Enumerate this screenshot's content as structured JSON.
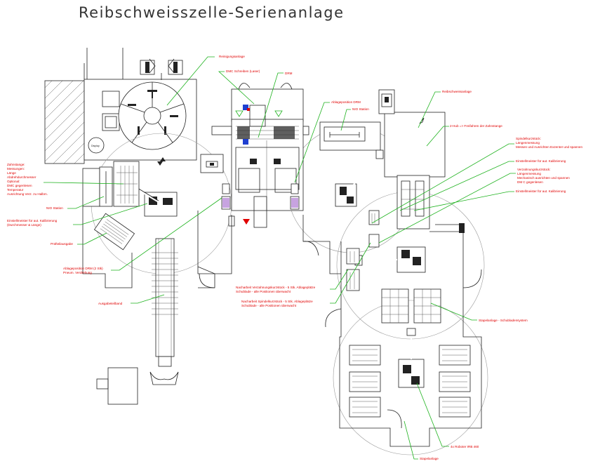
{
  "title": "Reibschweisszelle-Serienanlage",
  "labels": {
    "reinigungsanlage": "Reinigungsanlage",
    "dmc_schreiben": "DMC Schreiben (Laser)",
    "drm": "DRM",
    "ablageposition_drm": "Ablageposition DRM",
    "nio_station_top": "NIO Station",
    "reibschweissanlage": "Reibschweissanlage",
    "hub": "2-Hub => Freifahren der Zahnstange",
    "spindel_l1": "Spindelkurzstück:",
    "spindel_l2": "Längenmessung",
    "spindel_l3": "Messen und Ausrichten Exzenter und spannen",
    "einstellmeister_1": "Einstellmeister für aut. Kalibrierung",
    "verz_l1": "Verzahnungskurzstück:",
    "verz_l2": "Längenmessung",
    "verz_l3": "Mechanisch ausrichten und spannen",
    "verz_l4": "DM C gegenlesen",
    "einstellmeister_2": "Einstellmeister für aut. Kalibrierung",
    "zs_1": "Zahnstange:",
    "zs_2": "Messungen:",
    "zs_3": "Länge",
    "zs_4": "Abdrehdurchmesser",
    "zs_5": "Optional:",
    "zs_6": "DMC gegenlesen",
    "zs_7": "Temperatur",
    "zs_8": "Ausrichtung Verz. zu Halbm.",
    "nio_station_left": "NIO Station",
    "einstellmeister_left_1": "Einstellmeister für aut. Kalibrierung",
    "einstellmeister_left_2": "(Durchmesser & Länge)",
    "pruefteilausgabe": "Prüfteilausgabe",
    "ablage_drm2_1": "Ablageposition DRM (2 Stk)",
    "ablage_drm2_2": "Pneum. Verdrehung",
    "ausgabeteilband": "Ausgabeteilband",
    "nach_verz_1": "Nacharbeit Verzahnungskurzstück - 5 Stk. Ablageplätze",
    "nach_verz_2": "Schublade - alle Positionen überwacht",
    "nach_spindel_1": "Nacharbeit Spindelkurzstück - 5 Stk. Ablageplätze",
    "nach_spindel_2": "Schublade - alle Positionen überwacht",
    "stapelanlage_schub": "Stapelanlage - Schubladensystem",
    "roboter": "4x Roboter IRB 460",
    "stapelanlage": "Stapelanlage",
    "optional_box": "Display"
  },
  "colors": {
    "label": "#e00000",
    "leader": "#1db21d",
    "line": "#222222",
    "accent_blue": "#1f3fd0"
  }
}
